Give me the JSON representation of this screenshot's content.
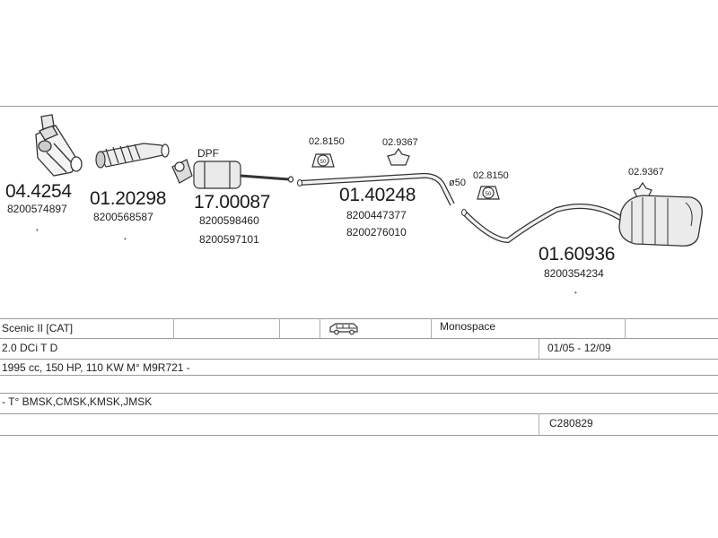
{
  "parts": [
    {
      "number": "04.4254",
      "oem": [
        "8200574897"
      ]
    },
    {
      "number": "01.20298",
      "oem": [
        "8200568587"
      ]
    },
    {
      "number": "17.00087",
      "label": "DPF",
      "oem": [
        "8200598460",
        "8200597101"
      ]
    },
    {
      "number": "01.40248",
      "oem": [
        "8200447377",
        "8200276010"
      ]
    },
    {
      "number": "01.60936",
      "oem": [
        "8200354234"
      ]
    }
  ],
  "clamps": {
    "c1": "02.8150",
    "c2": "02.9367",
    "c3": "02.8150",
    "c4": "02.9367",
    "diameter": "ø50"
  },
  "table": {
    "model": "Scenic II [CAT]",
    "body_type": "Monospace",
    "engine": "2.0 DCi T D",
    "dates": "01/05 - 12/09",
    "specs": "1995 cc, 150 HP, 110 KW M° M9R721 -",
    "codes": "- T° BMSK,CMSK,KMSK,JMSK",
    "ref": "C280829"
  },
  "icons": {
    "vehicle": "minivan-icon"
  }
}
